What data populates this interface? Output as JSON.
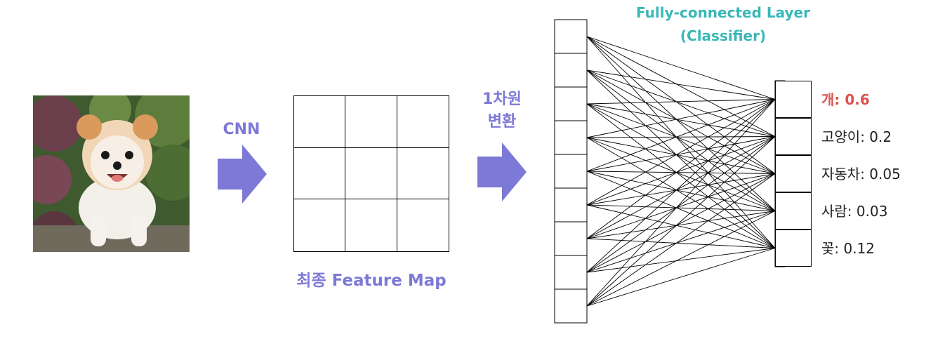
{
  "labels": {
    "cnn": "CNN",
    "conversion_line1": "1차원",
    "conversion_line2": "변환",
    "feature_map": "최종 Feature Map",
    "fc_title_line1": "Fully-connected Layer",
    "fc_title_line2": "(Classifier)"
  },
  "outputs": [
    {
      "text": "개: 0.6",
      "highlight": true
    },
    {
      "text": "고양이: 0.2",
      "highlight": false
    },
    {
      "text": "자동차: 0.05",
      "highlight": false
    },
    {
      "text": "사람: 0.03",
      "highlight": false
    },
    {
      "text": "꽃: 0.12",
      "highlight": false
    }
  ],
  "network": {
    "input_nodes": 9,
    "output_nodes": 5
  },
  "colors": {
    "arrow": "#7d79d6",
    "label_purple": "#7d79d6",
    "title_teal": "#3ab7b7",
    "highlight_red": "#d9534f"
  }
}
